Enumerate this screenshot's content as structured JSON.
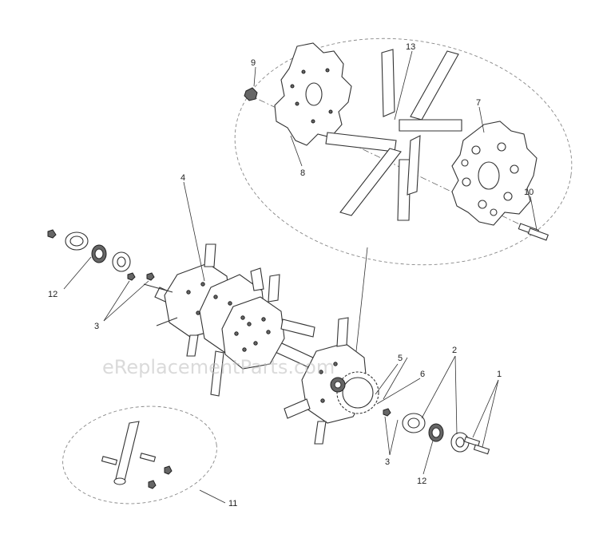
{
  "watermark": "eReplacementParts.com",
  "callouts": {
    "c1": "1",
    "c2": "2",
    "c3a": "3",
    "c3b": "3",
    "c4": "4",
    "c5": "5",
    "c6": "6",
    "c7": "7",
    "c8": "8",
    "c9": "9",
    "c10": "10",
    "c11": "11",
    "c12a": "12",
    "c12b": "12",
    "c13": "13"
  }
}
